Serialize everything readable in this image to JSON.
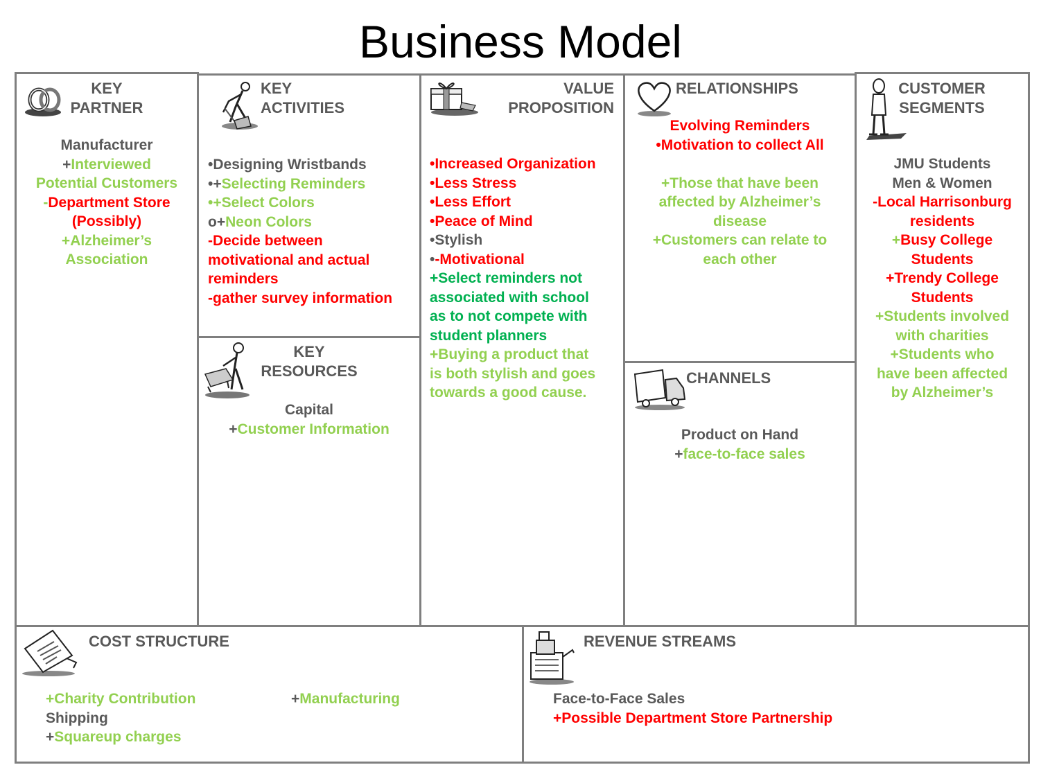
{
  "title": "Business Model",
  "colors": {
    "border": "#7f7f7f",
    "header": "#595959",
    "red": "#ff0000",
    "green": "#92d050",
    "dark_green": "#00b050"
  },
  "key_partner": {
    "header": [
      "KEY",
      "PARTNER"
    ],
    "icon": "rings-icon",
    "lines": [
      {
        "p": "",
        "t": "Manufacturer",
        "c": "gray"
      },
      {
        "p": "+",
        "t": "Interviewed",
        "c": "green"
      },
      {
        "p": "",
        "t": "Potential Customers",
        "c": "green"
      },
      {
        "p": "-",
        "t": "Department Store",
        "c": "red"
      },
      {
        "p": "",
        "t": "(Possibly)",
        "c": "red"
      },
      {
        "p": "+",
        "t": "Alzheimer’s",
        "c": "green"
      },
      {
        "p": "",
        "t": "Association",
        "c": "green"
      }
    ]
  },
  "key_activities": {
    "header": [
      "KEY",
      "ACTIVITIES"
    ],
    "icon": "digging-person-icon",
    "lines": [
      {
        "p": "•",
        "t": "Designing Wristbands",
        "c": "gray"
      },
      {
        "p": "•+",
        "t": "Selecting Reminders",
        "c": "green"
      },
      {
        "p": "•+",
        "t": "Select Colors",
        "c": "green"
      },
      {
        "p": "o+",
        "t": "Neon Colors",
        "c": "green"
      },
      {
        "p": "",
        "t": "-Decide between",
        "c": "red"
      },
      {
        "p": "",
        "t": "motivational and actual",
        "c": "red"
      },
      {
        "p": "",
        "t": "reminders",
        "c": "red"
      },
      {
        "p": "",
        "t": "-gather survey information",
        "c": "red"
      }
    ]
  },
  "key_resources": {
    "header": [
      "KEY",
      "RESOURCES"
    ],
    "icon": "worker-machine-icon",
    "lines": [
      {
        "p": "",
        "t": "Capital",
        "c": "gray"
      },
      {
        "p": "+",
        "t": "Customer Information",
        "c": "green"
      }
    ]
  },
  "value_proposition": {
    "header": [
      "VALUE",
      "PROPOSITION"
    ],
    "icon": "gift-icon",
    "lines": [
      {
        "p": "",
        "t": "•Increased Organization",
        "c": "red"
      },
      {
        "p": "",
        "t": "•Less Stress",
        "c": "red"
      },
      {
        "p": "",
        "t": "•Less Effort",
        "c": "red"
      },
      {
        "p": "",
        "t": "•Peace of Mind",
        "c": "red"
      },
      {
        "p": "",
        "t": "•Stylish",
        "c": "gray"
      },
      {
        "p": "•",
        "t": "-Motivational",
        "c": "red"
      },
      {
        "p": "",
        "t": "+Select reminders not",
        "c": "dgreen"
      },
      {
        "p": "",
        "t": "associated with school",
        "c": "dgreen"
      },
      {
        "p": "",
        "t": "as to not compete with",
        "c": "dgreen"
      },
      {
        "p": "",
        "t": "student planners",
        "c": "dgreen"
      },
      {
        "p": "",
        "t": "+Buying a product that",
        "c": "green"
      },
      {
        "p": "",
        "t": "is both stylish and goes",
        "c": "green"
      },
      {
        "p": "",
        "t": "towards a good cause.",
        "c": "green"
      }
    ]
  },
  "relationships": {
    "header": [
      "RELATIONSHIPS"
    ],
    "icon": "heart-icon",
    "lines": [
      {
        "p": "",
        "t": "Evolving Reminders",
        "c": "red"
      },
      {
        "p": "",
        "t": "•Motivation to collect All",
        "c": "red"
      },
      {
        "p": "",
        "t": "",
        "c": "gray"
      },
      {
        "p": "",
        "t": "+Those that have been",
        "c": "green"
      },
      {
        "p": "",
        "t": "affected by Alzheimer’s",
        "c": "green"
      },
      {
        "p": "",
        "t": "disease",
        "c": "green"
      },
      {
        "p": "",
        "t": "+Customers can relate to",
        "c": "green"
      },
      {
        "p": "",
        "t": "each other",
        "c": "green"
      }
    ]
  },
  "channels": {
    "header": [
      "CHANNELS"
    ],
    "icon": "truck-icon",
    "lines": [
      {
        "p": "",
        "t": "Product on Hand",
        "c": "gray"
      },
      {
        "p": "+",
        "t": "face-to-face sales",
        "c": "green"
      }
    ]
  },
  "customer_segments": {
    "header": [
      "CUSTOMER",
      "SEGMENTS"
    ],
    "icon": "standing-person-icon",
    "lines": [
      {
        "p": "",
        "t": "JMU Students",
        "c": "gray"
      },
      {
        "p": "",
        "t": "Men & Women",
        "c": "gray"
      },
      {
        "p": "",
        "t": "-Local Harrisonburg",
        "c": "red"
      },
      {
        "p": "",
        "t": "residents",
        "c": "red"
      },
      {
        "p": "+",
        "t": "Busy College",
        "c": "red"
      },
      {
        "p": "",
        "t": "Students",
        "c": "red"
      },
      {
        "p": "+",
        "t": "Trendy College",
        "c": "red"
      },
      {
        "p": "",
        "t": "Students",
        "c": "red"
      },
      {
        "p": "",
        "t": "+Students involved",
        "c": "green"
      },
      {
        "p": "",
        "t": "with charities",
        "c": "green"
      },
      {
        "p": "",
        "t": "+Students who",
        "c": "green"
      },
      {
        "p": "",
        "t": "have been affected",
        "c": "green"
      },
      {
        "p": "",
        "t": "by Alzheimer’s",
        "c": "green"
      }
    ]
  },
  "cost_structure": {
    "header": [
      "COST STRUCTURE"
    ],
    "icon": "document-icon",
    "col1": [
      {
        "p": "",
        "t": "+Charity Contribution",
        "c": "green"
      },
      {
        "p": "",
        "t": "Shipping",
        "c": "gray"
      },
      {
        "p": "+",
        "t": "Squareup charges",
        "c": "green"
      }
    ],
    "col2": [
      {
        "p": "+",
        "t": "Manufacturing",
        "c": "green"
      }
    ]
  },
  "revenue_streams": {
    "header": [
      "REVENUE STREAMS"
    ],
    "icon": "cash-register-icon",
    "lines": [
      {
        "p": "",
        "t": "Face-to-Face Sales",
        "c": "gray"
      },
      {
        "p": "",
        "t": "+Possible Department Store Partnership",
        "c": "red"
      }
    ]
  }
}
